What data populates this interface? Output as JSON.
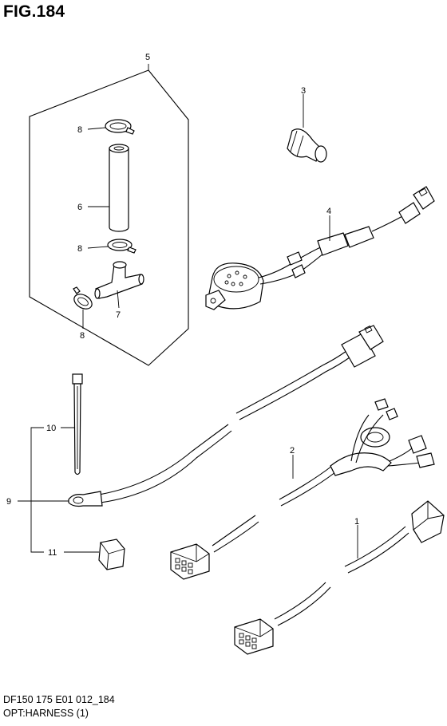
{
  "figure": {
    "title": "FIG.184"
  },
  "footer": {
    "code": "DF150 175 E01 012_184",
    "caption": "OPT:HARNESS (1)"
  },
  "callouts": {
    "c5": "5",
    "c8a": "8",
    "c6": "6",
    "c8b": "8",
    "c7": "7",
    "c8c": "8",
    "c3": "3",
    "c4": "4",
    "c10": "10",
    "c9": "9",
    "c11": "11",
    "c2": "2",
    "c1": "1"
  }
}
